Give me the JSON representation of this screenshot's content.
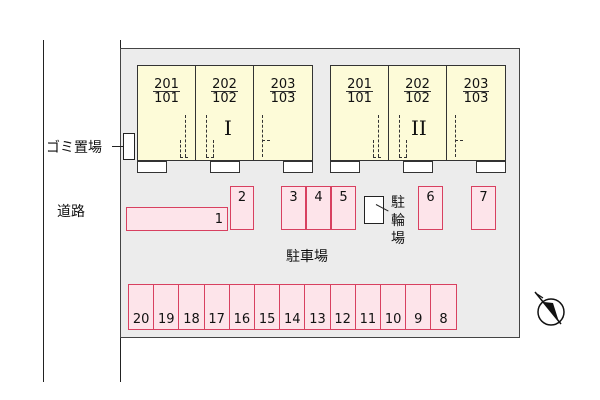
{
  "buildings": [
    {
      "number": "I",
      "units": [
        {
          "upper": "201",
          "lower": "101"
        },
        {
          "upper": "202",
          "lower": "102"
        },
        {
          "upper": "203",
          "lower": "103"
        }
      ]
    },
    {
      "number": "II",
      "units": [
        {
          "upper": "201",
          "lower": "101"
        },
        {
          "upper": "202",
          "lower": "102"
        },
        {
          "upper": "203",
          "lower": "103"
        }
      ]
    }
  ],
  "labels": {
    "garbage": "ゴミ置場",
    "road": "道路",
    "parking": "駐車場",
    "bicycle": "駐輪場"
  },
  "parking_spaces": {
    "top_row": [
      "1",
      "2",
      "3",
      "4",
      "5",
      "6",
      "7"
    ],
    "bottom_row": [
      "20",
      "19",
      "18",
      "17",
      "16",
      "15",
      "14",
      "13",
      "12",
      "11",
      "10",
      "9",
      "8"
    ]
  },
  "colors": {
    "lot": "#ececec",
    "building": "#fdfbd8",
    "space_fill": "#fde4ea",
    "space_border": "#d84060"
  },
  "icons": {
    "north": "north-arrow-icon"
  }
}
